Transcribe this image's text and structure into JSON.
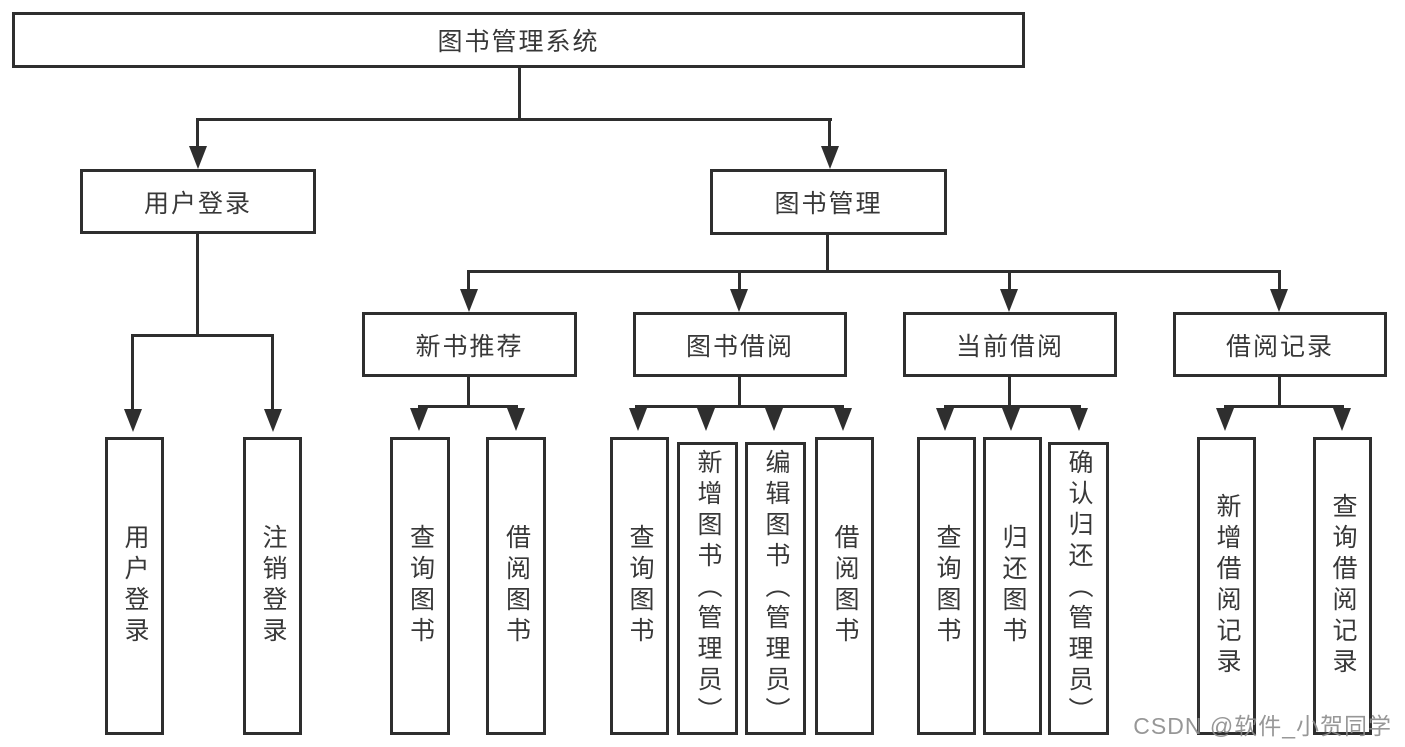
{
  "diagram": {
    "root": {
      "label": "图书管理系统"
    },
    "modules": [
      {
        "label": "用户登录",
        "children": [
          {
            "label": "用户登录"
          },
          {
            "label": "注销登录"
          }
        ]
      },
      {
        "label": "图书管理",
        "children": [
          {
            "label": "新书推荐",
            "children": [
              {
                "label": "查询图书"
              },
              {
                "label": "借阅图书"
              }
            ]
          },
          {
            "label": "图书借阅",
            "children": [
              {
                "label": "查询图书"
              },
              {
                "label": "新增图书（管理员）"
              },
              {
                "label": "编辑图书（管理员）"
              },
              {
                "label": "借阅图书"
              }
            ]
          },
          {
            "label": "当前借阅",
            "children": [
              {
                "label": "查询图书"
              },
              {
                "label": "归还图书"
              },
              {
                "label": "确认归还（管理员）"
              }
            ]
          },
          {
            "label": "借阅记录",
            "children": [
              {
                "label": "新增借阅记录"
              },
              {
                "label": "查询借阅记录"
              }
            ]
          }
        ]
      }
    ]
  },
  "watermark": {
    "text": "CSDN @软件_小贺同学",
    "color": "#8c8c8c"
  },
  "colors": {
    "line": "#2e2e2e",
    "box_border": "#2e2e2e",
    "text": "#383838",
    "background": "#ffffff"
  }
}
